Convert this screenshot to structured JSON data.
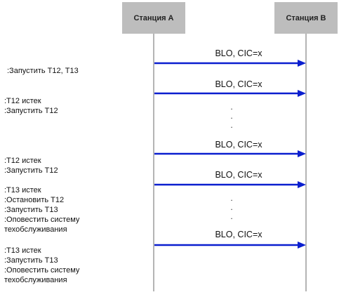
{
  "stations": {
    "a": "Станция А",
    "b": "Станция В"
  },
  "messages": [
    "BLO, CIC=x",
    "BLO, CIC=x",
    "BLO, CIC=x",
    "BLO, CIC=x",
    "BLO, CIC=x"
  ],
  "notes": [
    [
      ":Запустить Т12, Т13"
    ],
    [
      ":Т12 истек",
      ":Запустить Т12"
    ],
    [
      ":Т12 истек",
      ":Запустить Т12"
    ],
    [
      ":Т13 истек",
      ":Остановить Т12",
      ":Запустить Т13",
      ":Оповестить систему",
      "техобслуживания"
    ],
    [
      ":Т13 истек",
      ":Запустить Т13",
      ":Оповестить систему",
      "техобслуживания"
    ]
  ],
  "ellipsis": [
    ".",
    ".",
    "."
  ],
  "colors": {
    "arrow": "#0a1ecf",
    "station_fill": "#bdbdbd",
    "lifeline": "#b4b4b4"
  }
}
